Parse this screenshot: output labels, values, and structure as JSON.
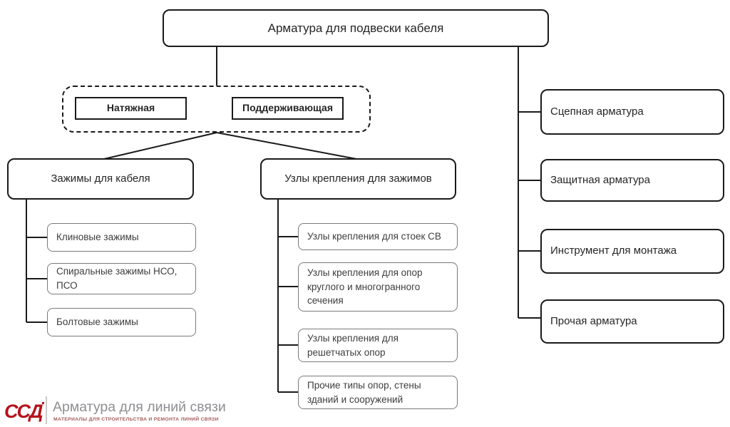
{
  "root": {
    "label": "Арматура для подвески кабеля"
  },
  "suspension_types": {
    "tension": "Натяжная",
    "supporting": "Поддерживающая"
  },
  "clamps": {
    "label": "Зажимы для кабеля",
    "children": [
      "Клиновые зажимы",
      "Спиральные зажимы НСО,\nПСО",
      "Болтовые зажимы"
    ]
  },
  "mount_nodes": {
    "label": "Узлы крепления для зажимов",
    "children": [
      "Узлы крепления для стоек СВ",
      "Узлы крепления для опор\nкруглого и многогранного\nсечения",
      "Узлы крепления для\nрешетчатых опор",
      "Прочие типы опор, стены\nзданий и сооружений"
    ]
  },
  "right_categories": [
    "Сцепная арматура",
    "Защитная арматура",
    "Инструмент для монтажа",
    "Прочая арматура"
  ],
  "footer": {
    "logo_text": "ССД",
    "brand_title": "Арматура для линий связи",
    "brand_subtitle": "МАТЕРИАЛЫ ДЛЯ СТРОИТЕЛЬСТВА И РЕМОНТА ЛИНИЙ СВЯЗИ"
  },
  "colors": {
    "line": "#1a1a1a",
    "box_border": "#1a1a1a",
    "child_border": "#7a7a7a",
    "logo_red": "#b5121b",
    "brand_gray": "#8e8e93",
    "subtitle_red": "#a55b5b"
  }
}
